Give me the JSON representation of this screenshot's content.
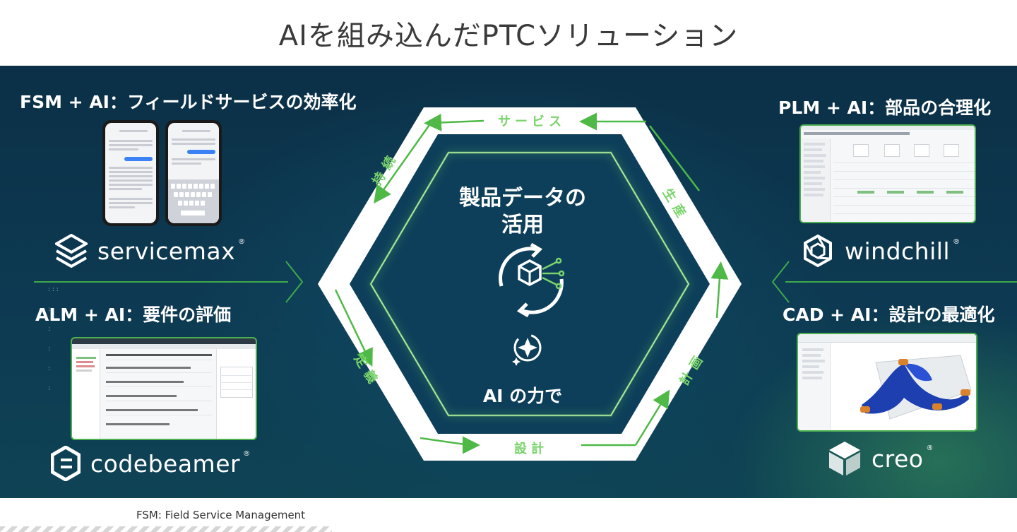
{
  "title": "AIを組み込んだPTCソリューション",
  "left_top": {
    "caption": "FSM + AI：フィールドサービスの効率化",
    "brand": "servicemax"
  },
  "left_bottom": {
    "caption": "ALM + AI：要件の評価",
    "brand": "codebeamer"
  },
  "right_top": {
    "caption": "PLM + AI：部品の合理化",
    "brand": "windchill"
  },
  "right_bottom": {
    "caption": "CAD + AI：設計の最適化",
    "brand": "creo"
  },
  "hexagon": {
    "labels": {
      "top": "サービス",
      "upper_left": "持続",
      "upper_right": "生産",
      "lower_left": "定義",
      "lower_right": "計画",
      "bottom": "設計"
    },
    "center_line1": "製品データの",
    "center_line2": "活用",
    "ai_text": "AI の力で"
  },
  "footnote": "FSM: Field Service Management",
  "colors": {
    "accent_green": "#3fa94a",
    "label_green": "#7ad46b",
    "panel_dark": "#0b3047"
  },
  "icons": [
    "servicemax-logo-icon",
    "windchill-logo-icon",
    "codebeamer-logo-icon",
    "creo-logo-icon",
    "data-cycle-icon",
    "ai-sparkle-icon"
  ]
}
